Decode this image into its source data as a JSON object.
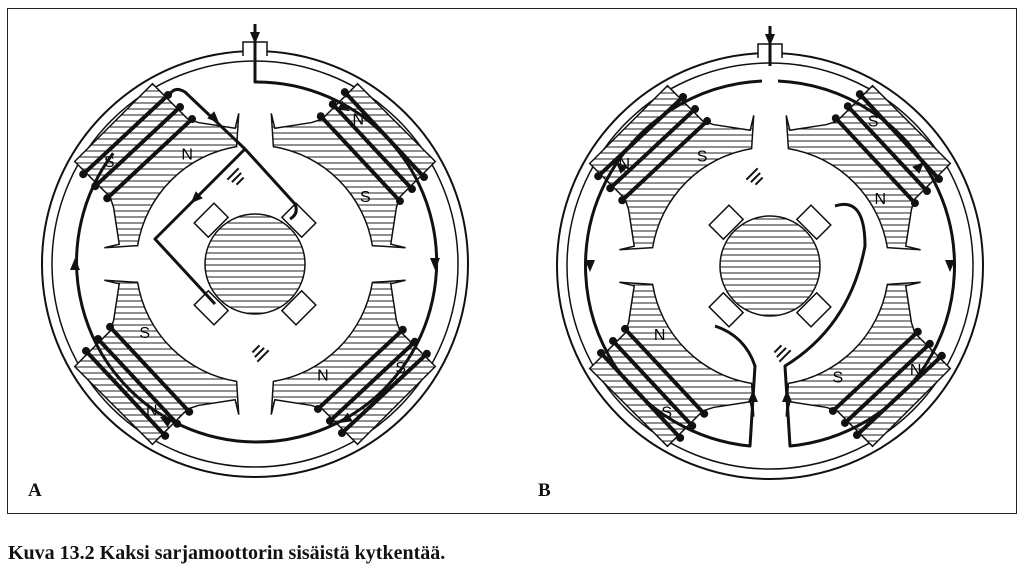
{
  "figure": {
    "caption": "Kuva 13.2 Kaksi sarjamoottorin sisäistä kytkentää.",
    "panels": [
      {
        "label": "A",
        "poles": [
          {
            "position": "top-left",
            "outer": "S",
            "inner": "N"
          },
          {
            "position": "top-right",
            "outer": "N",
            "inner": "S"
          },
          {
            "position": "bottom-right",
            "outer": "S",
            "inner": "N"
          },
          {
            "position": "bottom-left",
            "outer": "N",
            "inner": "S"
          }
        ]
      },
      {
        "label": "B",
        "poles": [
          {
            "position": "top-left",
            "outer": "N",
            "inner": "S"
          },
          {
            "position": "top-right",
            "outer": "S",
            "inner": "N"
          },
          {
            "position": "bottom-right",
            "outer": "N",
            "inner": "S"
          },
          {
            "position": "bottom-left",
            "outer": "S",
            "inner": "N"
          }
        ]
      }
    ]
  }
}
